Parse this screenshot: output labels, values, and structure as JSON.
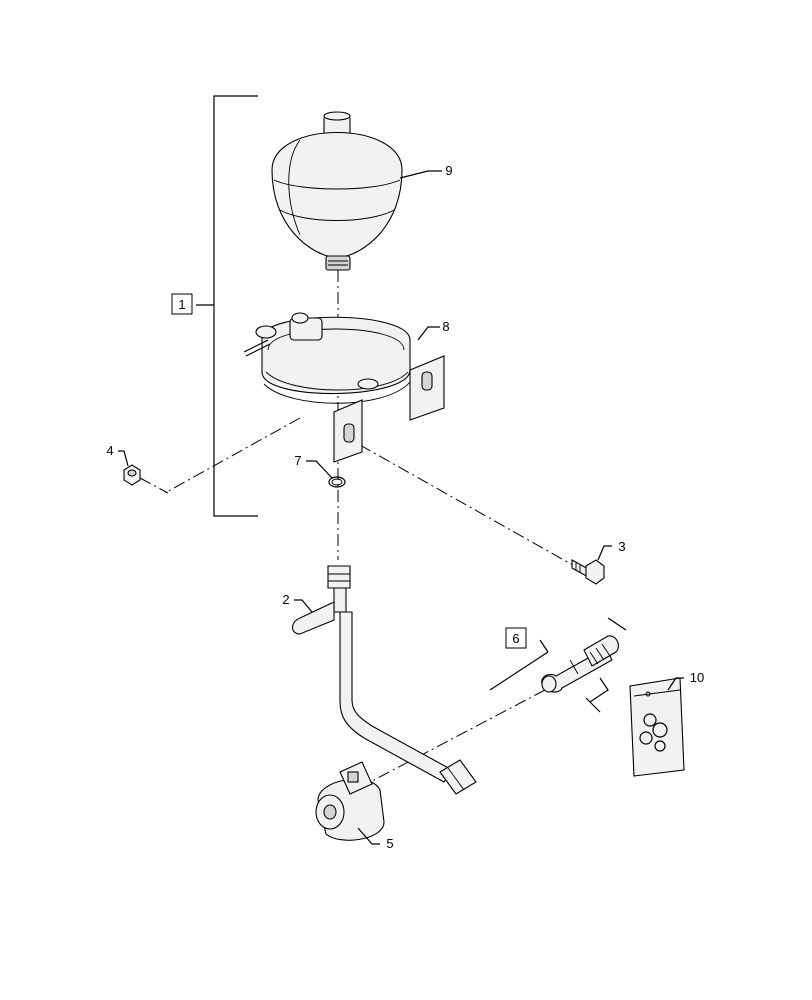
{
  "callouts": {
    "c1": "1",
    "c2": "2",
    "c3": "3",
    "c4": "4",
    "c5": "5",
    "c6": "6",
    "c7": "7",
    "c8": "8",
    "c9": "9",
    "c10": "10"
  },
  "icons": {
    "accumulator": "accumulator-icon",
    "bracket": "clamp-bracket-icon",
    "nut": "nut-icon",
    "oring": "o-ring-icon",
    "bolt": "bolt-icon",
    "tube": "tube-icon",
    "valve": "cartridge-valve-icon",
    "kit": "seal-kit-bag-icon",
    "coil": "solenoid-coil-icon"
  }
}
